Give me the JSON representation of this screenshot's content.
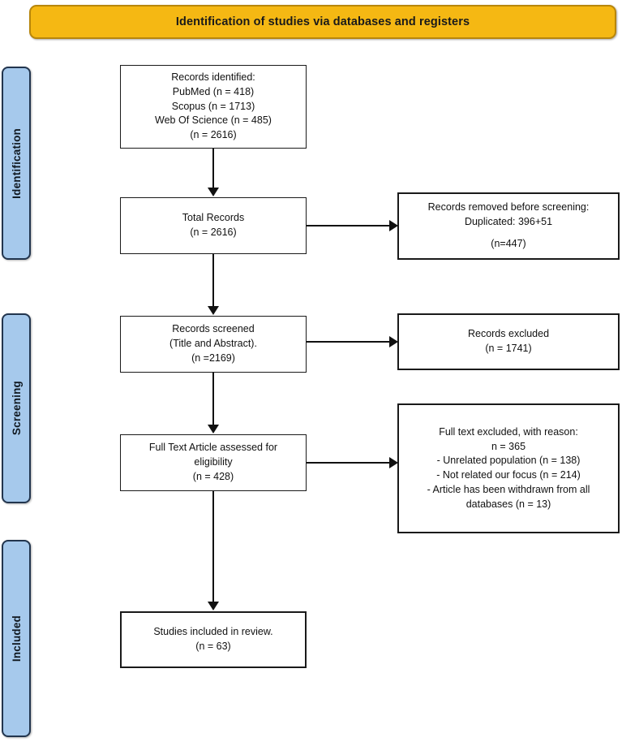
{
  "banner": {
    "title": "Identification of studies via databases and registers",
    "fill_color": "#F5B813",
    "border_color": "#B8860B"
  },
  "stages": [
    {
      "id": "identification",
      "label": "Identification"
    },
    {
      "id": "screening",
      "label": "Screening"
    },
    {
      "id": "included",
      "label": "Included"
    }
  ],
  "stage_style": {
    "fill_color": "#A6C9EC",
    "border_color": "#22354E"
  },
  "boxes": {
    "records_identified": {
      "l1": "Records identified:",
      "l2": "PubMed (n = 418)",
      "l3": "Scopus (n = 1713)",
      "l4": "Web Of Science (n = 485)",
      "l5": "(n = 2616)"
    },
    "total_records": {
      "l1": "Total Records",
      "l2": "(n = 2616)"
    },
    "records_removed": {
      "l1": "Records removed before screening:",
      "l2": "Duplicated: 396+51",
      "l3": "(n=447)"
    },
    "records_screened": {
      "l1": "Records screened",
      "l2": "(Title and Abstract).",
      "l3": "(n =2169)"
    },
    "records_excluded": {
      "l1": "Records excluded",
      "l2": "(n = 1741)"
    },
    "full_text_assessed": {
      "l1": "Full Text Article assessed for",
      "l2": "eligibility",
      "l3": "(n = 428)"
    },
    "fulltext_excluded": {
      "l1": "Full text excluded, with reason:",
      "l2": "n = 365",
      "l3": "- Unrelated population (n = 138)",
      "l4": "- Not related our focus (n = 214)",
      "l5": "- Article has been withdrawn from all",
      "l6": "databases (n = 13)"
    },
    "studies_included": {
      "l1": "Studies included in review.",
      "l2": "(n = 63)"
    }
  },
  "chart_data": {
    "type": "diagram",
    "title": "Identification of studies via databases and registers",
    "nodes": [
      {
        "id": "records_identified",
        "stage": "Identification",
        "n": 2616,
        "sources": [
          {
            "name": "PubMed",
            "n": 418
          },
          {
            "name": "Scopus",
            "n": 1713
          },
          {
            "name": "Web Of Science",
            "n": 485
          }
        ]
      },
      {
        "id": "total_records",
        "stage": "Identification",
        "n": 2616
      },
      {
        "id": "records_removed",
        "stage": "Identification",
        "n": 447,
        "reasons": [
          {
            "name": "Duplicated",
            "n": "396+51"
          }
        ]
      },
      {
        "id": "records_screened",
        "stage": "Screening",
        "n": 2169
      },
      {
        "id": "records_excluded",
        "stage": "Screening",
        "n": 1741
      },
      {
        "id": "full_text_assessed",
        "stage": "Screening",
        "n": 428
      },
      {
        "id": "fulltext_excluded",
        "stage": "Screening",
        "n": 365,
        "reasons": [
          {
            "name": "Unrelated population",
            "n": 138
          },
          {
            "name": "Not related our focus",
            "n": 214
          },
          {
            "name": "Article has been withdrawn from all databases",
            "n": 13
          }
        ]
      },
      {
        "id": "studies_included",
        "stage": "Included",
        "n": 63
      }
    ],
    "edges": [
      {
        "from": "records_identified",
        "to": "total_records"
      },
      {
        "from": "total_records",
        "to": "records_removed"
      },
      {
        "from": "total_records",
        "to": "records_screened"
      },
      {
        "from": "records_screened",
        "to": "records_excluded"
      },
      {
        "from": "records_screened",
        "to": "full_text_assessed"
      },
      {
        "from": "full_text_assessed",
        "to": "fulltext_excluded"
      },
      {
        "from": "full_text_assessed",
        "to": "studies_included"
      }
    ]
  }
}
